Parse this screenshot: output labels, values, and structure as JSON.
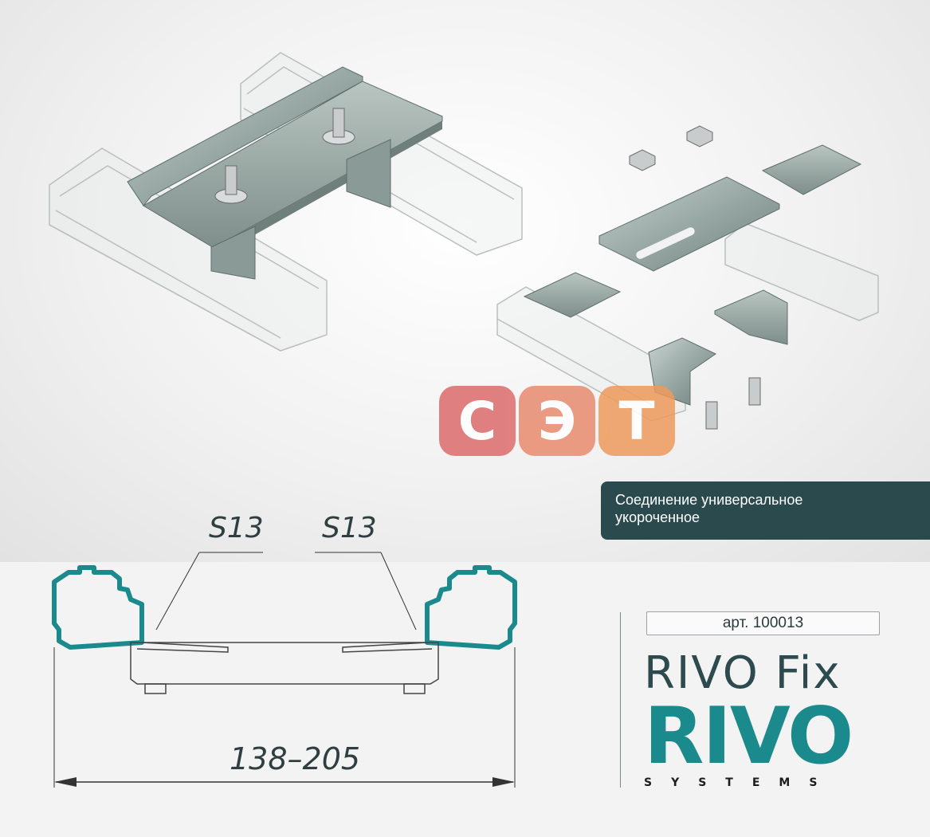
{
  "caption": {
    "line1": "Соединение универсальное",
    "line2": "укороченное"
  },
  "watermark": {
    "letters": [
      "С",
      "Э",
      "Т"
    ],
    "colors": [
      "#dc6b6b",
      "#e88b6e",
      "#ee9a5c"
    ]
  },
  "drawing": {
    "label_left": "S13",
    "label_right": "S13",
    "dimension": "138–205",
    "profile_color": "#1a8a8c"
  },
  "product": {
    "article": "арт. 100013",
    "name": "RIVO Fix",
    "brand": "RIVO",
    "brand_sub": "SYSTEMS",
    "brand_color": "#1a8a8c"
  }
}
